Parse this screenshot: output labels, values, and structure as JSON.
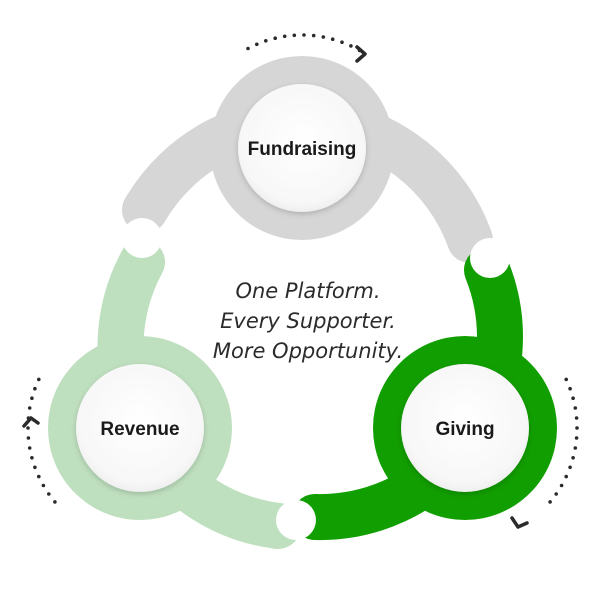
{
  "diagram": {
    "nodes": [
      {
        "label": "Fundraising",
        "color": "#d6d6d6"
      },
      {
        "label": "Giving",
        "color": "#119e00"
      },
      {
        "label": "Revenue",
        "color": "#bfe0bf"
      }
    ],
    "tagline": [
      "One Platform.",
      "Every Supporter.",
      "More Opportunity."
    ],
    "dot_color": "#2b2b2b"
  }
}
